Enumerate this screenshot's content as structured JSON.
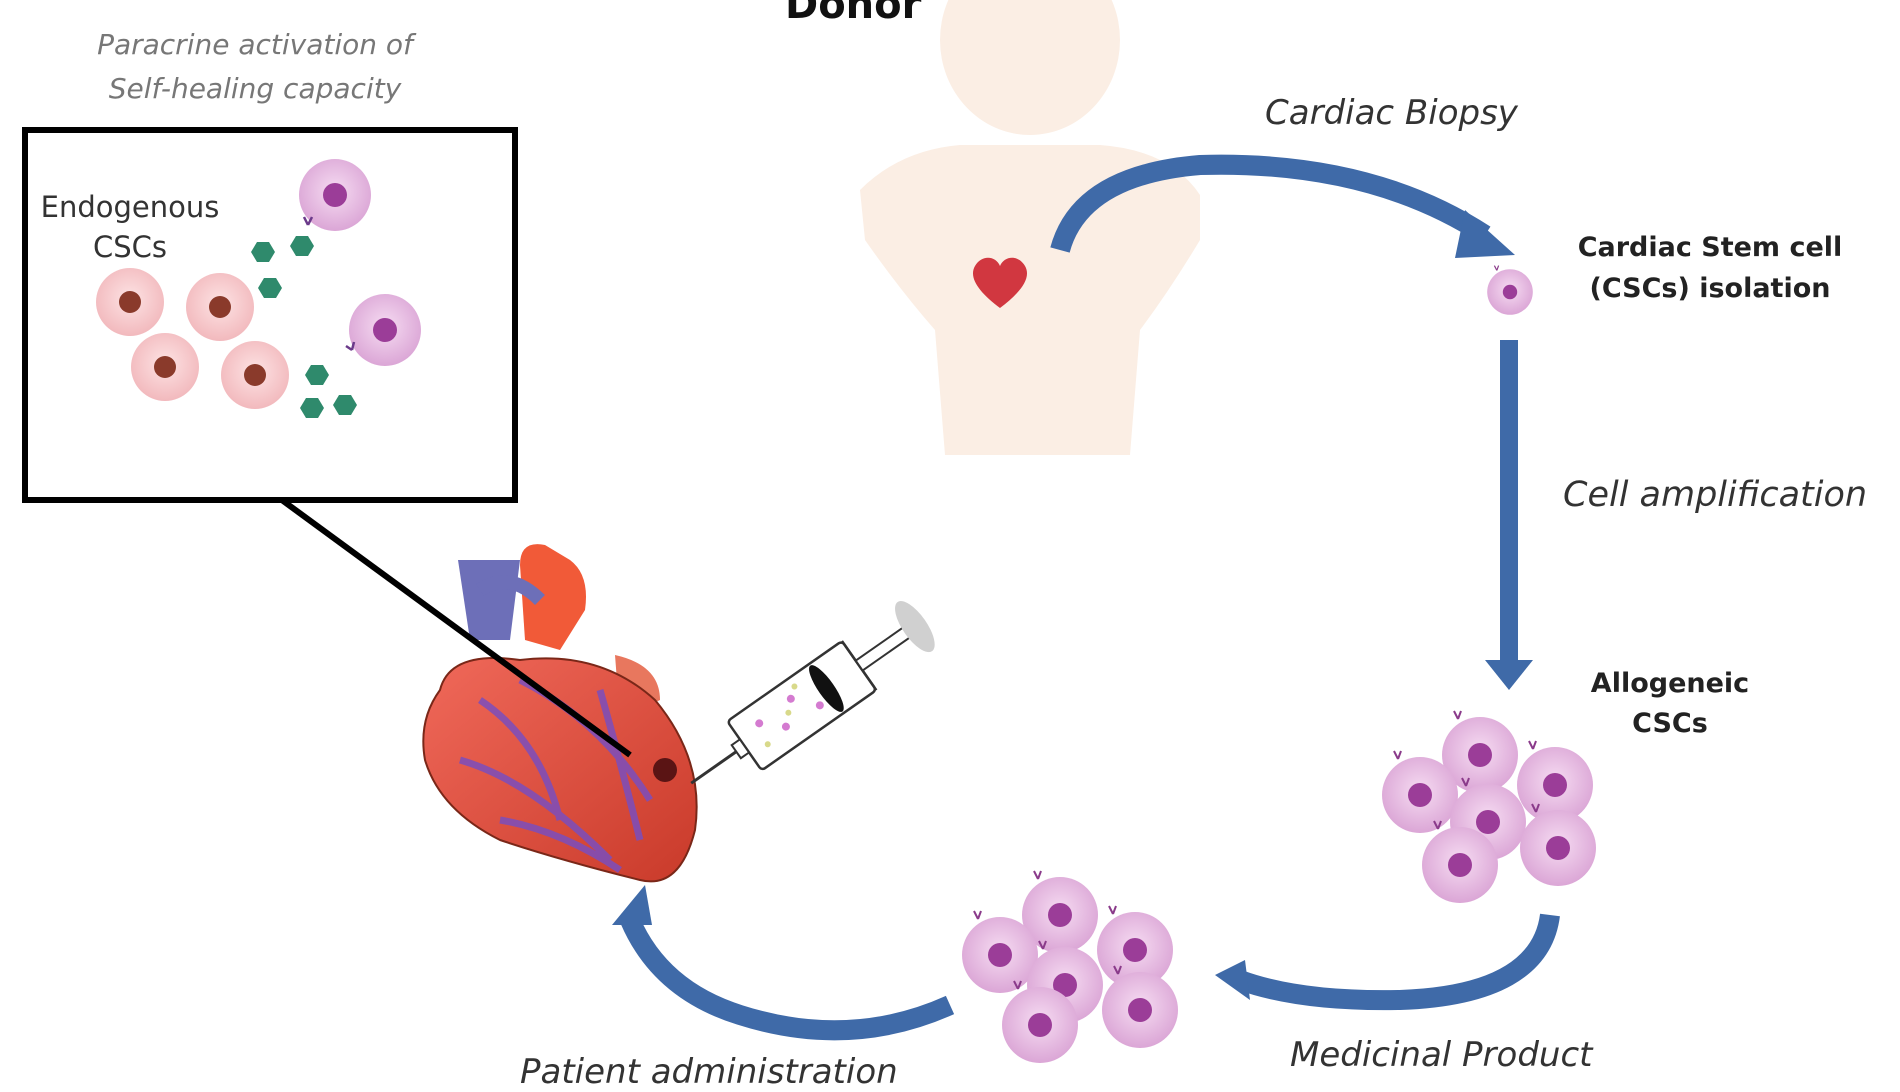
{
  "title": "Donor",
  "inset": {
    "caption_line1": "Paracrine activation of",
    "caption_line2": "Self-healing capacity",
    "label_line1": "Endogenous",
    "label_line2": "CSCs"
  },
  "steps": {
    "biopsy": "Cardiac Biopsy",
    "isolation_line1": "Cardiac Stem cell",
    "isolation_line2": "(CSCs) isolation",
    "amplification": "Cell amplification",
    "allogeneic_line1": "Allogeneic",
    "allogeneic_line2": "CSCs",
    "medicinal": "Medicinal Product",
    "administration": "Patient administration"
  },
  "colors": {
    "arrow": "#3f6aa8",
    "body": "#fbeee4",
    "heart_small": "#d13740",
    "cell_pink": "#f4c3c6",
    "cell_purple": "#e3b4de",
    "nucleus_brown": "#8a3a2b",
    "nucleus_purple": "#9b3d98",
    "secretome": "#2f8a6c"
  }
}
